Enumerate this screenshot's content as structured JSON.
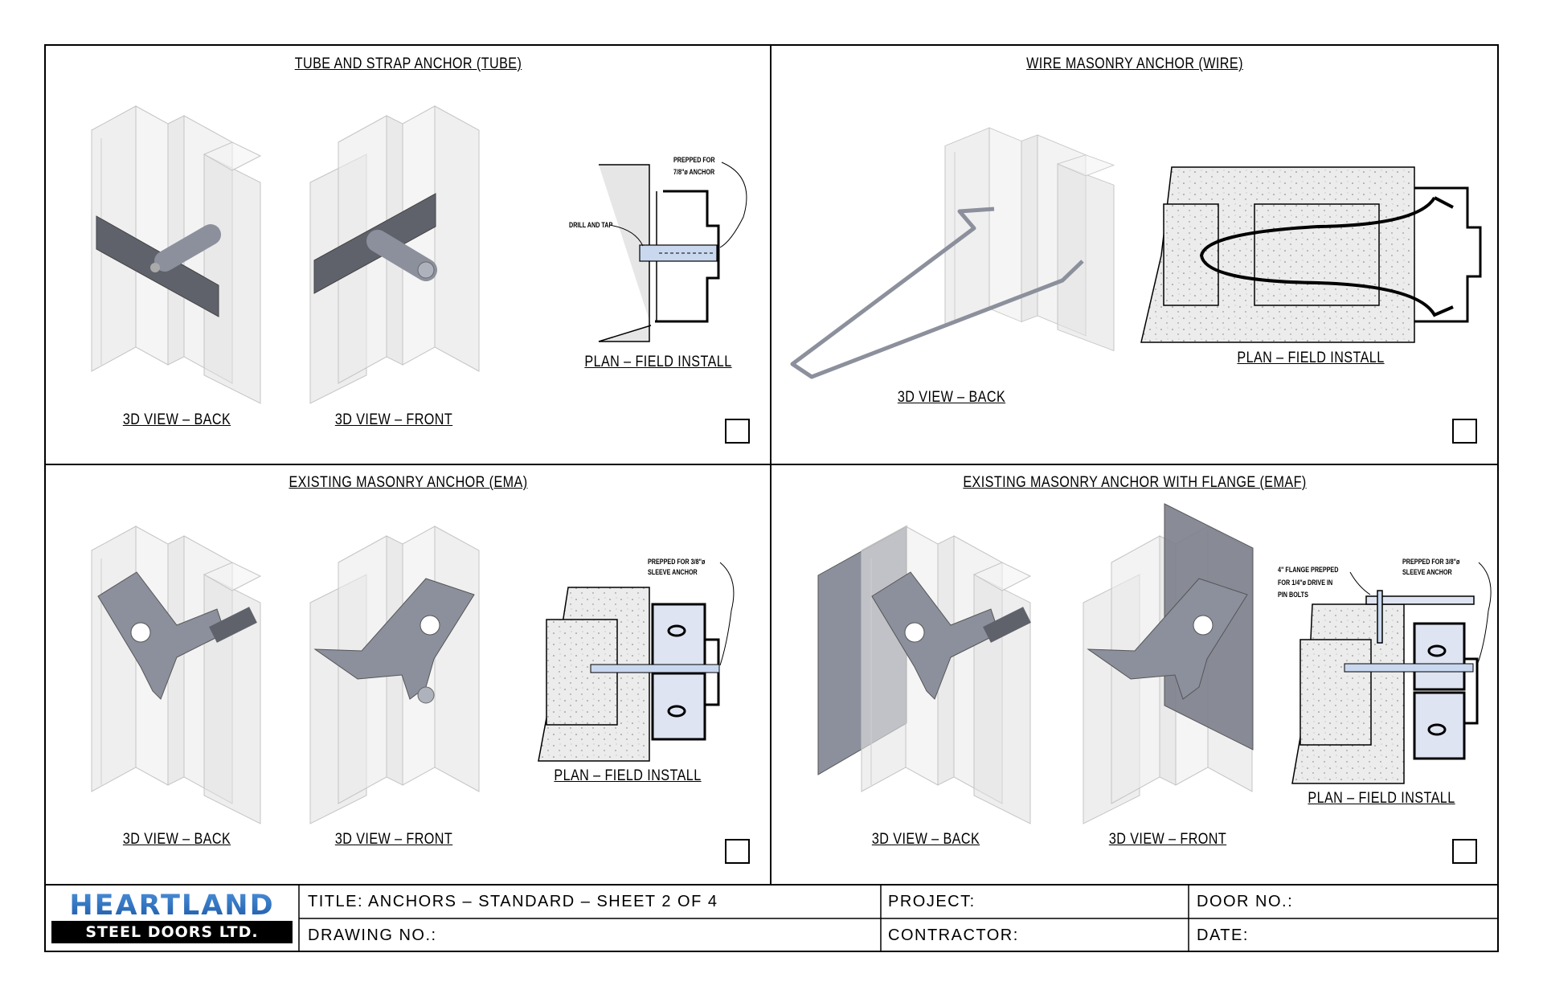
{
  "panels": [
    {
      "title": "TUBE AND STRAP ANCHOR (TUBE)",
      "labels": [
        "3D VIEW – BACK",
        "3D VIEW – FRONT",
        "PLAN – FIELD INSTALL"
      ],
      "notes": [
        "PREPPED FOR",
        "7/8\"ø ANCHOR",
        "DRILL AND TAP"
      ]
    },
    {
      "title": "WIRE MASONRY ANCHOR (WIRE)",
      "labels": [
        "3D VIEW – BACK",
        "PLAN – FIELD INSTALL"
      ]
    },
    {
      "title": "EXISTING MASONRY ANCHOR (EMA)",
      "labels": [
        "3D VIEW – BACK",
        "3D VIEW – FRONT",
        "PLAN – FIELD INSTALL"
      ],
      "notes": [
        "PREPPED FOR 3/8\"ø",
        "SLEEVE ANCHOR"
      ]
    },
    {
      "title": "EXISTING MASONRY ANCHOR WITH FLANGE (EMAF)",
      "labels": [
        "3D VIEW – BACK",
        "3D VIEW – FRONT",
        "PLAN – FIELD INSTALL"
      ],
      "notes": [
        "4\" FLANGE PREPPED",
        "FOR 1/4\"ø DRIVE IN",
        "PIN BOLTS",
        "PREPPED FOR 3/8\"ø",
        "SLEEVE ANCHOR"
      ]
    }
  ],
  "logo": {
    "line1": "HEARTLAND",
    "line2": "STEEL DOORS LTD."
  },
  "title_block": {
    "title": "TITLE:  ANCHORS – STANDARD – SHEET 2 OF 4",
    "drawing_no": "DRAWING NO.:",
    "project": "PROJECT:",
    "contractor": "CONTRACTOR:",
    "door_no": "DOOR NO.:",
    "date": "DATE:"
  },
  "colors": {
    "line": "#000000",
    "jamb": "#d9d9d9",
    "anchor": "#8c909c",
    "strap": "#5f626b",
    "concrete": "#ececec",
    "steel": "#c9d4e4"
  }
}
